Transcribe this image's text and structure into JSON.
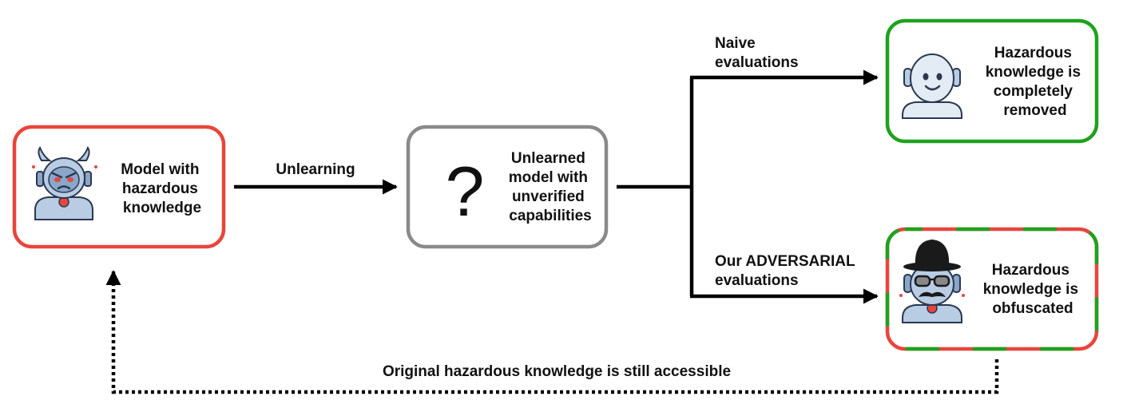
{
  "nodes": {
    "hazardous_model": {
      "lines": [
        "Model with",
        "hazardous",
        "knowledge"
      ]
    },
    "unlearned_model": {
      "symbol": "?",
      "lines": [
        "Unlearned",
        "model with",
        "unverified",
        "capabilities"
      ]
    },
    "removed": {
      "lines": [
        "Hazardous",
        "knowledge is",
        "completely",
        "removed"
      ]
    },
    "obfuscated": {
      "lines": [
        "Hazardous",
        "knowledge is",
        "obfuscated"
      ]
    }
  },
  "edges": {
    "unlearning": {
      "label": "Unlearning"
    },
    "naive": {
      "lines": [
        "Naive",
        "evaluations"
      ]
    },
    "adversarial": {
      "lines": [
        "Our ADVERSARIAL",
        "evaluations"
      ]
    },
    "feedback": {
      "label": "Original hazardous knowledge is still accessible"
    }
  },
  "colors": {
    "danger_border": "#e8453c",
    "neutral_border": "#8a8a8a",
    "safe_border": "#1ea21e",
    "arrow": "#000000",
    "robot_body": "#b8cde4",
    "robot_outline": "#2a3850"
  },
  "icons": {
    "hazardous_model": "evil-robot-icon",
    "removed": "smiling-robot-icon",
    "obfuscated": "disguised-robot-icon"
  }
}
